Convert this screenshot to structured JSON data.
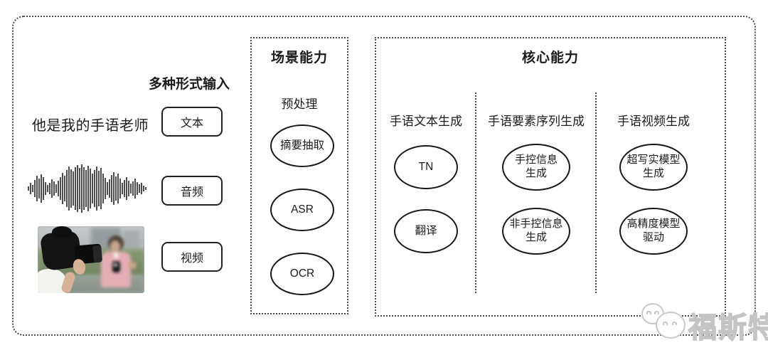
{
  "colors": {
    "ink": "#1b1b1b",
    "line": "#4a4a4a",
    "watermark_gray": "#c9c9c9"
  },
  "input_section": {
    "header": "多种形式输入",
    "sample_sentence": "他是我的手语老师",
    "modalities": [
      {
        "label": "文本"
      },
      {
        "label": "音频"
      },
      {
        "label": "视频"
      }
    ],
    "icons": [
      {
        "name": "audio-waveform-icon"
      },
      {
        "name": "camera-reporter-photo"
      }
    ]
  },
  "scene_capability": {
    "title": "场景能力",
    "subtitle": "预处理",
    "nodes": [
      "摘要抽取",
      "ASR",
      "OCR"
    ]
  },
  "core_capability": {
    "title": "核心能力",
    "columns": [
      {
        "header": "手语文本生成",
        "nodes": [
          {
            "line1": "TN",
            "line2": ""
          },
          {
            "line1": "翻译",
            "line2": ""
          }
        ]
      },
      {
        "header": "手语要素序列生成",
        "nodes": [
          {
            "line1": "手控信息",
            "line2": "生成"
          },
          {
            "line1": "非手控信息",
            "line2": "生成"
          }
        ]
      },
      {
        "header": "手语视频生成",
        "nodes": [
          {
            "line1": "超写实模型",
            "line2": "生成"
          },
          {
            "line1": "高精度模型",
            "line2": "驱动"
          }
        ]
      }
    ]
  },
  "watermark": {
    "text": "福斯特"
  }
}
